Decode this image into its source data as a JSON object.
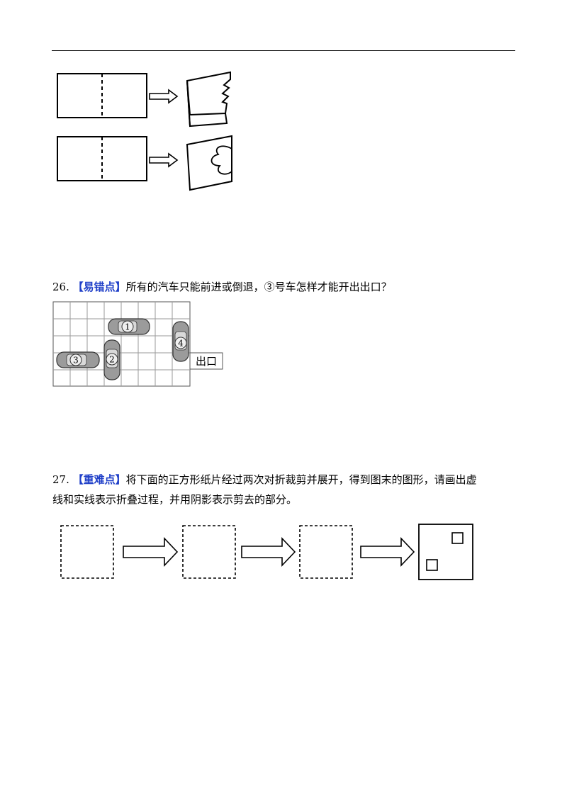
{
  "q26": {
    "number": "26.",
    "tag": "【易错点】",
    "text": "所有的汽车只能前进或倒退，③号车怎样才能开出出口？",
    "cars": [
      {
        "label": "1",
        "orientation": "horizontal"
      },
      {
        "label": "2",
        "orientation": "vertical"
      },
      {
        "label": "3",
        "orientation": "horizontal"
      },
      {
        "label": "4",
        "orientation": "vertical"
      }
    ],
    "exit_label": "出口"
  },
  "q27": {
    "number": "27.",
    "tag": "【重难点】",
    "text_line1": "将下面的正方形纸片经过两次对折裁剪并展开，得到图末的图形，请画出虚",
    "text_line2": "线和实线表示折叠过程，并用阴影表示剪去的部分。"
  },
  "colors": {
    "tag": "#1f3fc8",
    "ink": "#000000",
    "grid": "#9a9a9a"
  }
}
